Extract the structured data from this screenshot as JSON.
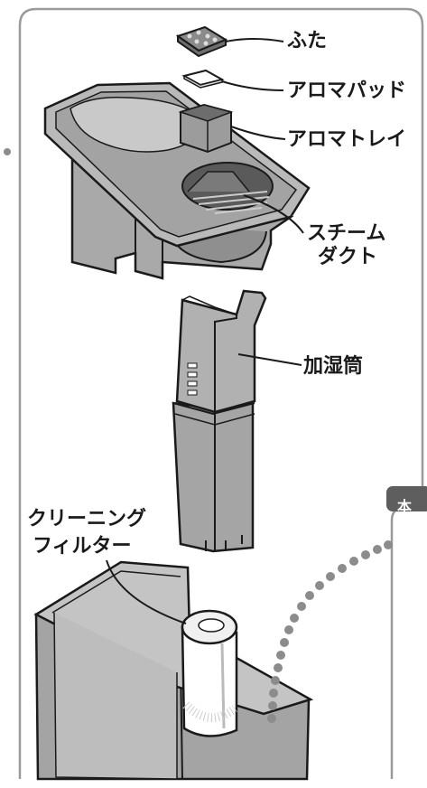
{
  "labels": {
    "lid": "ふた",
    "aroma_pad": "アロマパッド",
    "aroma_tray": "アロマトレイ",
    "steam_duct_line1": "スチーム",
    "steam_duct_line2": "ダクト",
    "humidifying_tube": "加湿筒",
    "filter_line1": "クリーニング",
    "filter_line2": "フィルター"
  },
  "side_panel": {
    "tab_label": "本"
  },
  "colors": {
    "outline": "#1a1a1a",
    "part_fill": "#a9a9a9",
    "part_dark": "#7c7c7c",
    "part_light": "#cfcfcf",
    "frame": "#9a9a9a",
    "dots": "#8c8c8c",
    "tab": "#5e5e5e"
  }
}
